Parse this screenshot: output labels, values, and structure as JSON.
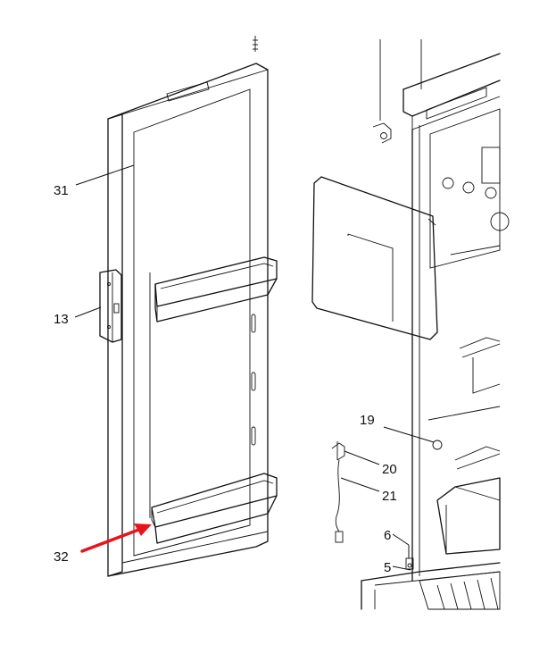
{
  "callouts": {
    "c31": "31",
    "c13": "13",
    "c32": "32",
    "c19": "19",
    "c20": "20",
    "c21": "21",
    "c6": "6",
    "c5": "5"
  },
  "colors": {
    "line": "#111111",
    "arrow": "#e8141c",
    "background": "#ffffff"
  }
}
